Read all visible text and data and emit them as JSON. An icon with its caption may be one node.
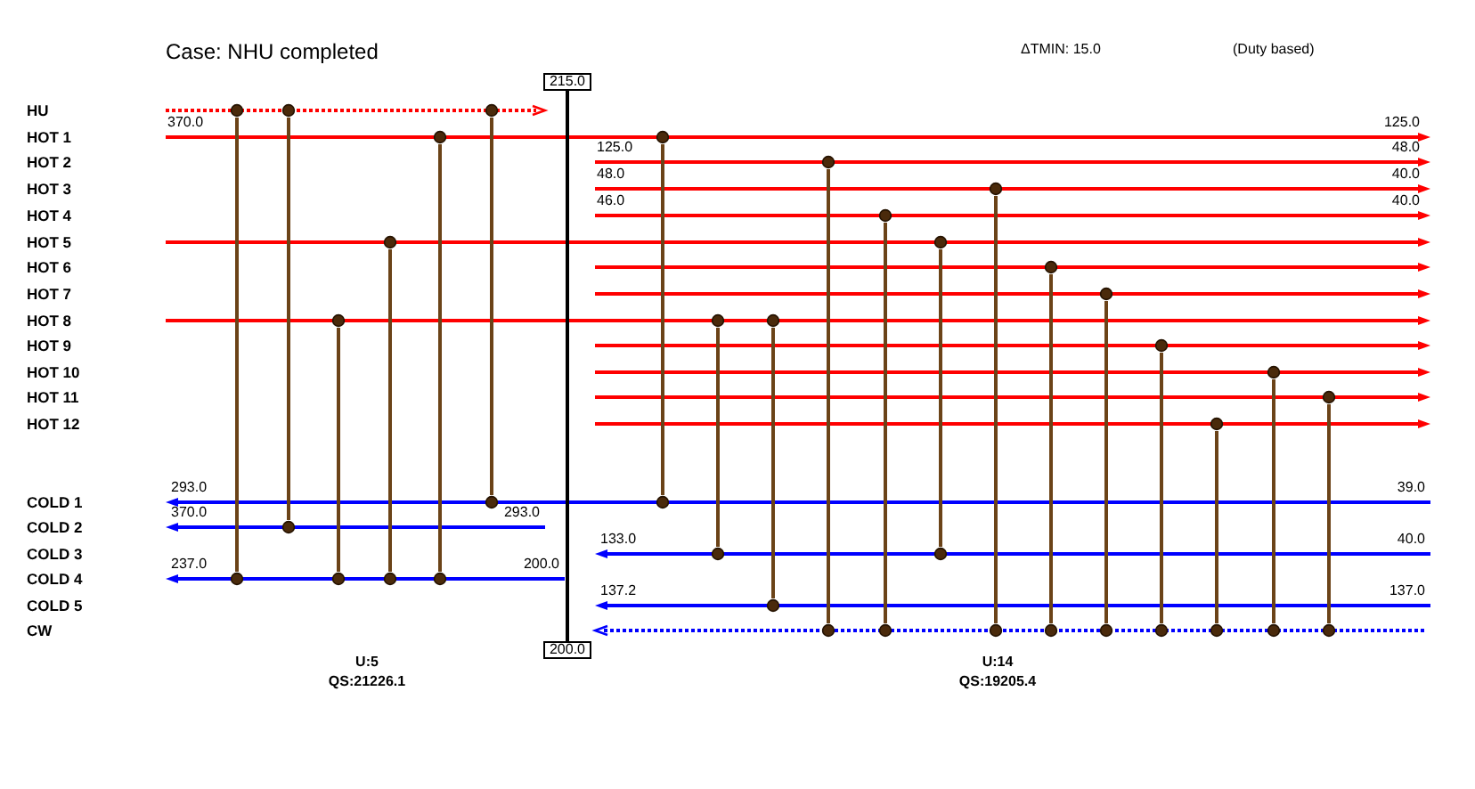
{
  "diagram": {
    "title": "Case: NHU completed",
    "nodes": [
      {
        "text": [
          "215.0"
        ]
      },
      {
        "text": [
          "HU"
        ]
      },
      {
        "text": [
          "HOT 1"
        ],
        "beside": [
          "370.0",
          "125.0"
        ]
      },
      {
        "text": [
          "HOT 2"
        ],
        "beside": [
          "125.0",
          "48.0"
        ]
      },
      {
        "text": [
          "HOT 3"
        ],
        "beside": [
          "48.0",
          "40.0"
        ]
      },
      {
        "text": [
          "HOT 4"
        ],
        "beside": [
          "46.0",
          "40.0"
        ]
      },
      {
        "text": [
          "HOT 5"
        ]
      },
      {
        "text": [
          "HOT 6"
        ]
      },
      {
        "text": [
          "HOT 7"
        ]
      },
      {
        "text": [
          "HOT 8"
        ]
      },
      {
        "text": [
          "HOT 9"
        ]
      },
      {
        "text": [
          "HOT 10"
        ]
      },
      {
        "text": [
          "HOT 11"
        ]
      },
      {
        "text": [
          "HOT 12"
        ]
      },
      {
        "text": [
          "COLD 1"
        ],
        "beside": [
          "293.0",
          "39.0"
        ]
      },
      {
        "text": [
          "COLD 2"
        ],
        "beside": [
          "370.0",
          "293.0"
        ]
      },
      {
        "text": [
          "COLD 3"
        ],
        "beside": [
          "133.0",
          "40.0"
        ]
      },
      {
        "text": [
          "COLD 4"
        ],
        "beside": [
          "237.0",
          "200.0"
        ]
      },
      {
        "text": [
          "COLD 5"
        ],
        "beside": [
          "137.2",
          "137.0"
        ]
      },
      {
        "text": [
          "CW"
        ]
      },
      {
        "text": [
          "200.0"
        ]
      }
    ],
    "edges": [
      {
        "from": 0,
        "to": 20,
        "arrow": "none",
        "color": "#000000"
      },
      {
        "from": 1,
        "to": 17,
        "arrow": "other"
      },
      {
        "from": 1,
        "to": 15,
        "arrow": "other"
      },
      {
        "from": 9,
        "to": 17,
        "arrow": "other"
      },
      {
        "from": 6,
        "to": 17,
        "arrow": "other"
      },
      {
        "from": 2,
        "to": 17,
        "arrow": "other"
      },
      {
        "from": 1,
        "to": 14,
        "arrow": "other"
      },
      {
        "from": 2,
        "to": 14,
        "arrow": "other"
      },
      {
        "from": 9,
        "to": 16,
        "arrow": "other"
      },
      {
        "from": 9,
        "to": 18,
        "arrow": "other"
      },
      {
        "from": 3,
        "to": 19,
        "arrow": "other"
      },
      {
        "from": 5,
        "to": 19,
        "arrow": "other"
      },
      {
        "from": 6,
        "to": 16,
        "arrow": "other"
      },
      {
        "from": 4,
        "to": 19,
        "arrow": "other"
      },
      {
        "from": 7,
        "to": 19,
        "arrow": "other"
      },
      {
        "from": 8,
        "to": 19,
        "arrow": "other"
      },
      {
        "from": 10,
        "to": 19,
        "arrow": "other"
      },
      {
        "from": 13,
        "to": 19,
        "arrow": "other"
      },
      {
        "from": 11,
        "to": 19,
        "arrow": "other"
      },
      {
        "from": 12,
        "to": 19,
        "arrow": "other"
      }
    ],
    "labels": [
      "ΔTMIN: 15.0",
      "(Duty based)",
      "U:5",
      "QS:21226.1",
      "U:14",
      "QS:19205.4"
    ]
  }
}
